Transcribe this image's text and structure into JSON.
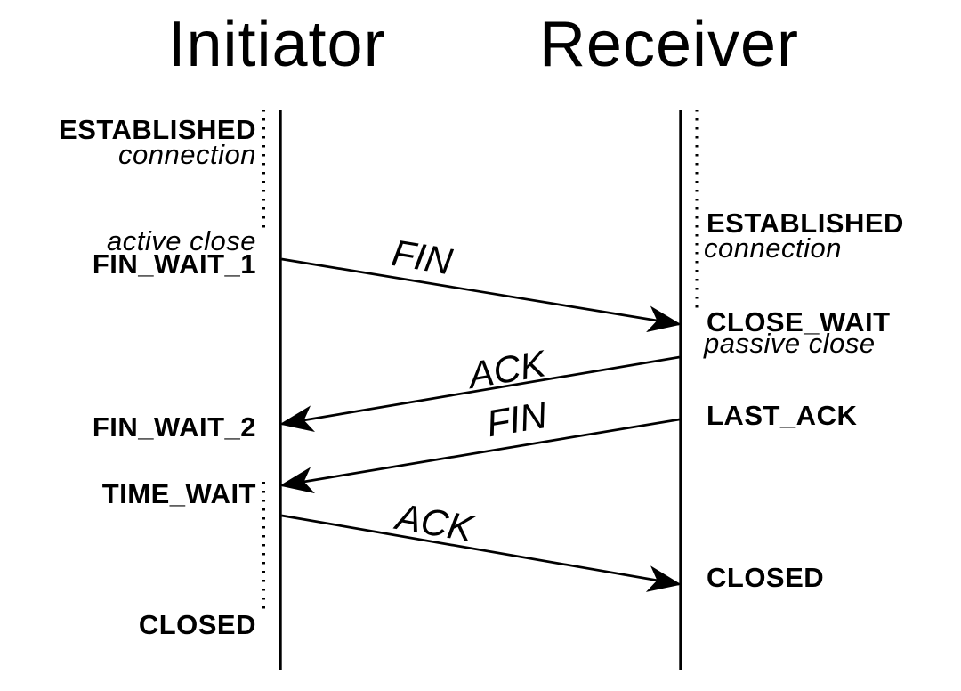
{
  "diagram": {
    "kind": "tcp-connection-termination-sequence",
    "participants": {
      "initiator": "Initiator",
      "receiver": "Receiver"
    },
    "initiator_states": [
      {
        "state": "ESTABLISHED",
        "note": "connection"
      },
      {
        "state": "FIN_WAIT_1",
        "note": "active close"
      },
      {
        "state": "FIN_WAIT_2"
      },
      {
        "state": "TIME_WAIT"
      },
      {
        "state": "CLOSED"
      }
    ],
    "receiver_states": [
      {
        "state": "ESTABLISHED",
        "note": "connection"
      },
      {
        "state": "CLOSE_WAIT",
        "note": "passive close"
      },
      {
        "state": "LAST_ACK"
      },
      {
        "state": "CLOSED"
      }
    ],
    "messages": [
      {
        "label": "FIN",
        "from": "Initiator",
        "to": "Receiver"
      },
      {
        "label": "ACK",
        "from": "Receiver",
        "to": "Initiator"
      },
      {
        "label": "FIN",
        "from": "Receiver",
        "to": "Initiator"
      },
      {
        "label": "ACK",
        "from": "Initiator",
        "to": "Receiver"
      }
    ],
    "colors": {
      "line": "#000000",
      "text": "#000000",
      "background": "#ffffff"
    }
  }
}
